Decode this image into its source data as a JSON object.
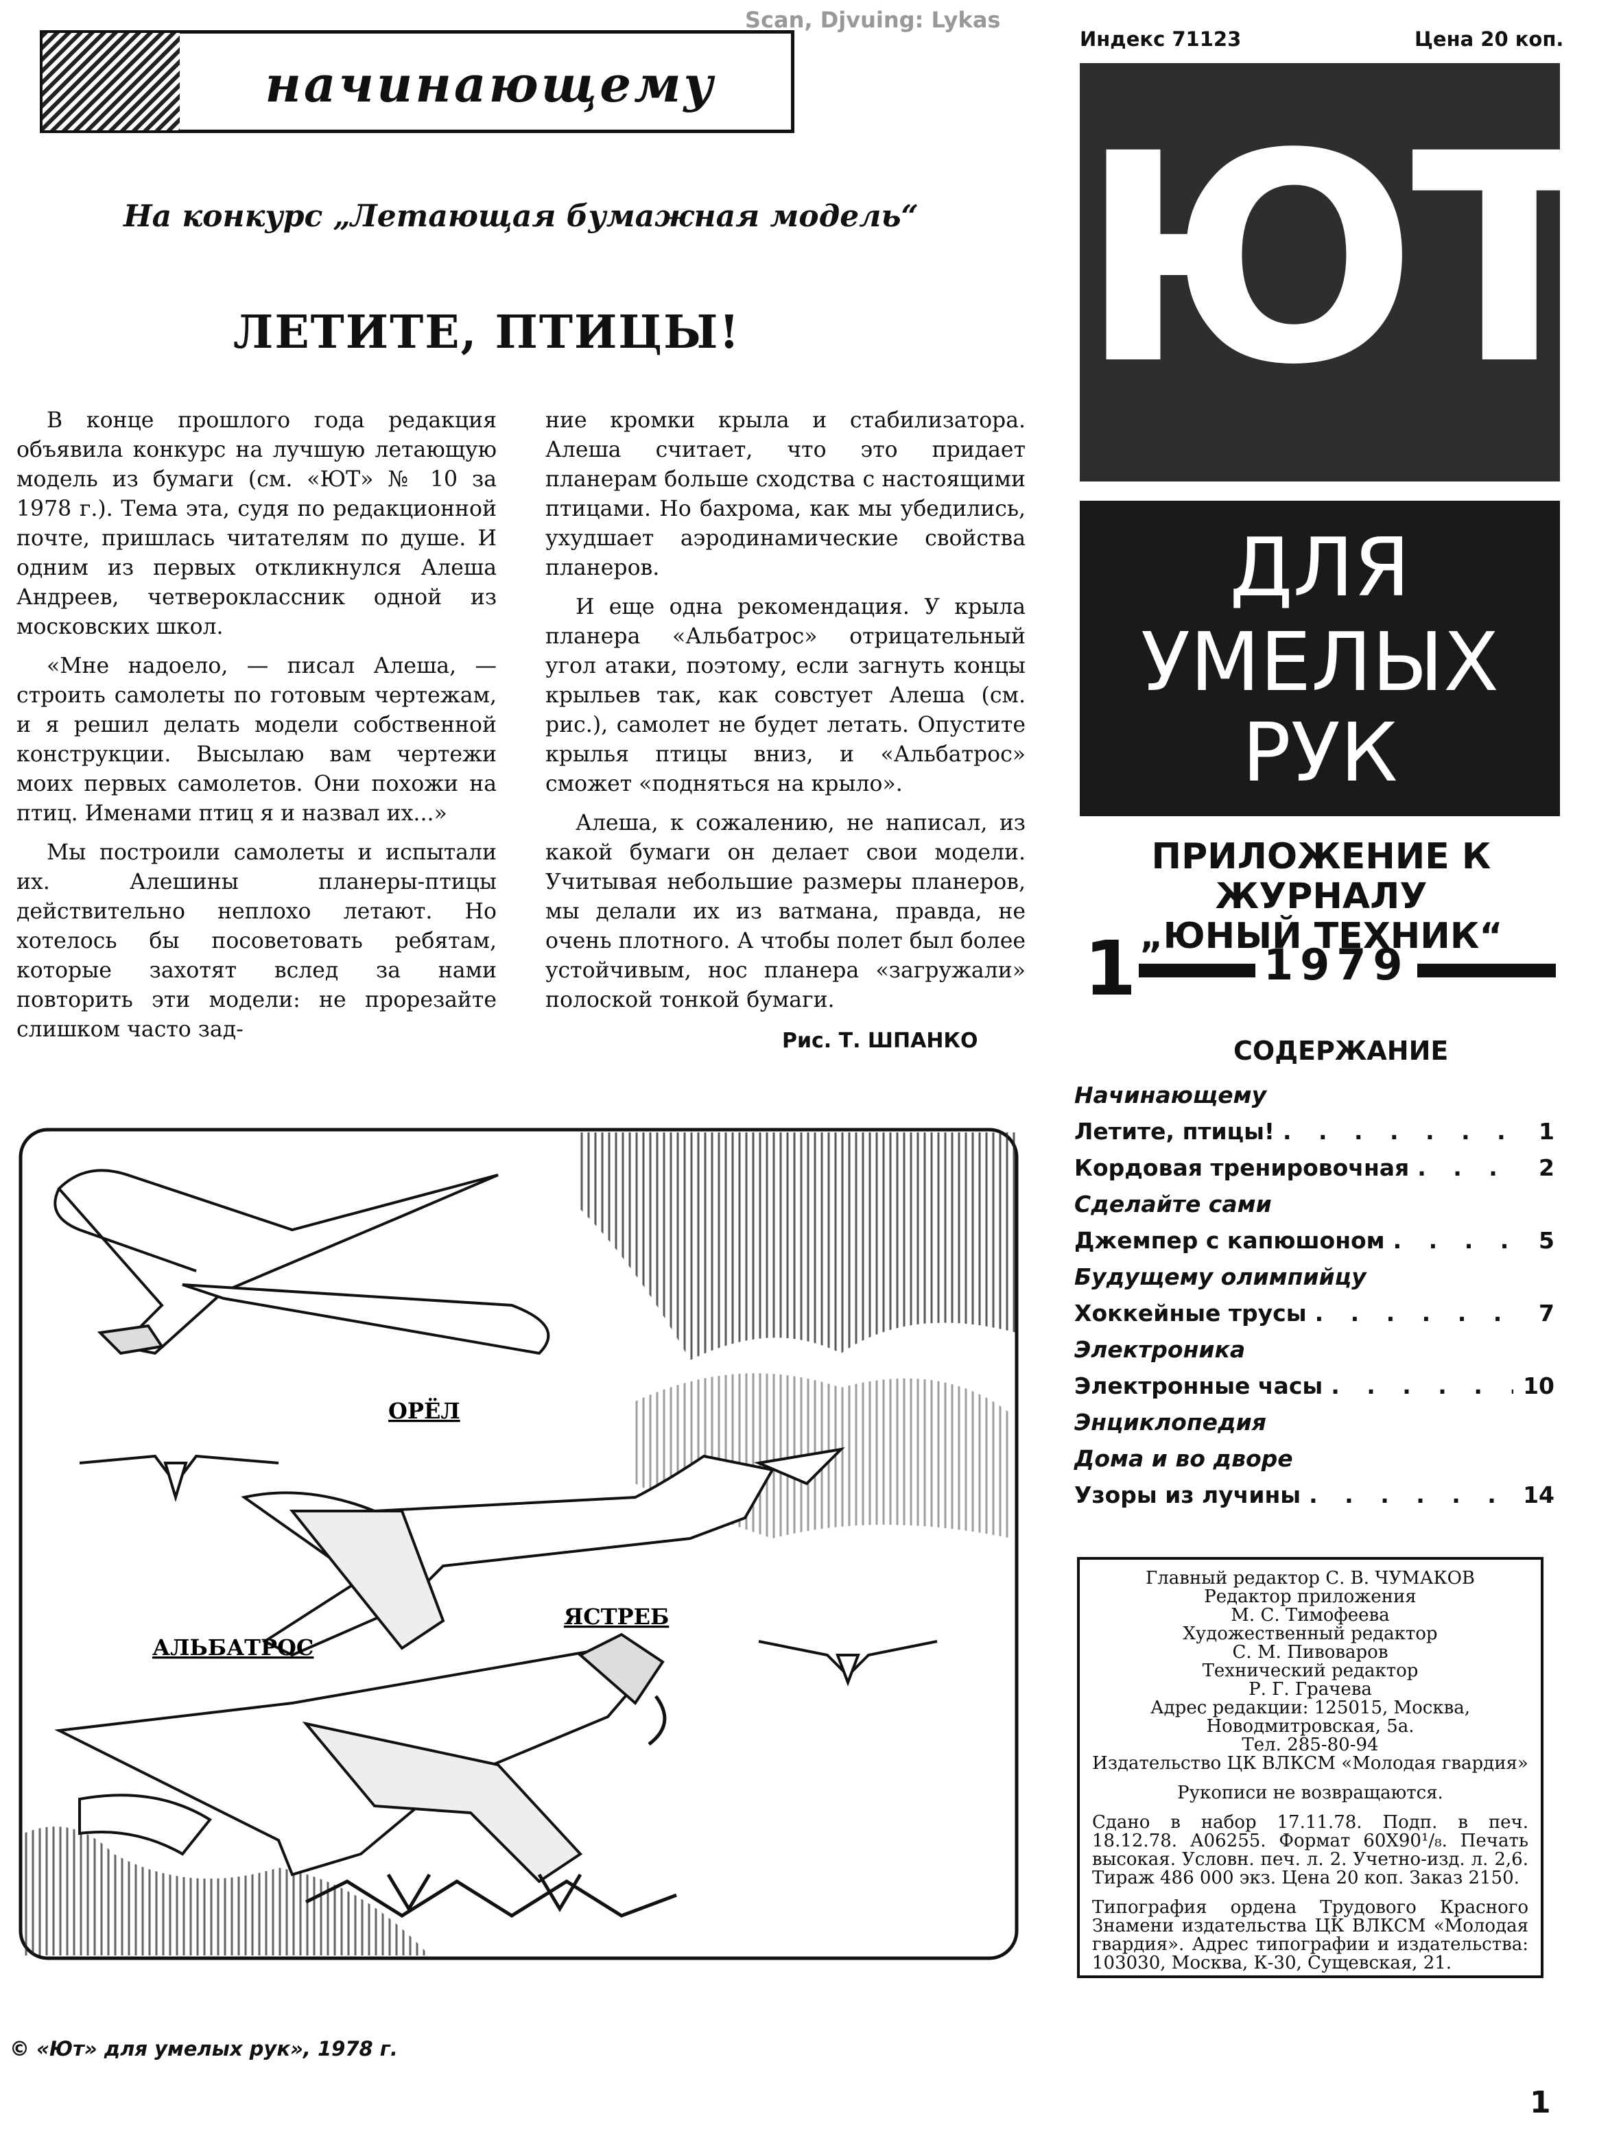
{
  "scan_credit": "Scan, Djvuing: Lykas",
  "header": {
    "section_title": "начинающему",
    "index": "Индекс 71123",
    "price": "Цена 20 коп."
  },
  "article": {
    "contest": "На конкурс „Летающая бумажная модель“",
    "title": "ЛЕТИТЕ, ПТИЦЫ!",
    "col1": [
      "В конце прошлого года редакция объявила конкурс на лучшую летающую модель из бумаги (см. «ЮТ» № 10 за 1978 г.). Тема эта, судя по редакционной почте, пришлась читателям по душе. И одним из первых откликнулся Алеша Андреев, четвероклассник одной из московских школ.",
      "«Мне надоело, — писал Алеша, — строить самолеты по готовым чертежам, и я решил делать модели собственной конструкции. Высылаю вам чертежи моих первых самолетов. Они похожи на птиц. Именами птиц я и назвал их...»",
      "Мы построили самолеты и испытали их. Алешины планеры-птицы действительно неплохо летают. Но хотелось бы посоветовать ребятам, которые захотят вслед за нами повторить эти модели: не прорезайте слишком часто зад-"
    ],
    "col2": [
      "ние кромки крыла и стабилизатора. Алеша считает, что это придает планерам больше сходства с настоящими птицами. Но бахрома, как мы убедились, ухудшает аэродинамические свойства планеров.",
      "И еще одна рекомендация. У крыла планера «Альбатрос» отрицательный угол атаки, поэтому, если загнуть концы крыльев так, как совстует Алеша (см. рис.), самолет не будет летать. Опустите крылья птицы вниз, и «Альбатрос» сможет «подняться на крыло».",
      "Алеша, к сожалению, не написал, из какой бумаги он делает свои модели. Учитывая небольшие размеры планеров, мы делали их из ватмана, правда, не очень плотного. А чтобы полет был более устойчивым, нос планера «загружали» полоской тонкой бумаги."
    ],
    "art_credit": "Рис. Т. ШПАНКО"
  },
  "illustration": {
    "labels": [
      "ОРЁЛ",
      "ЯСТРЕБ",
      "АЛЬБАТРОС"
    ]
  },
  "cover": {
    "logo": "ЮТ",
    "subtitle_lines": [
      "ДЛЯ",
      "УМЕЛЫХ",
      "РУК"
    ],
    "supplement_lines": [
      "ПРИЛОЖЕНИЕ К ЖУРНАЛУ",
      "„ЮНЫЙ ТЕХНИК“"
    ],
    "issue": "1",
    "year": "1979"
  },
  "toc": {
    "title": "СОДЕРЖАНИЕ",
    "rows": [
      {
        "type": "sec",
        "text": "Начинающему",
        "page": ""
      },
      {
        "type": "item",
        "text": "Летите, птицы!",
        "page": "1"
      },
      {
        "type": "item",
        "text": "Кордовая тренировочная",
        "page": "2"
      },
      {
        "type": "sec",
        "text": "Сделайте сами",
        "page": ""
      },
      {
        "type": "item",
        "text": "Джемпер с капюшоном",
        "page": "5"
      },
      {
        "type": "sec",
        "text": "Будущему олимпийцу",
        "page": ""
      },
      {
        "type": "item",
        "text": "Хоккейные трусы",
        "page": "7"
      },
      {
        "type": "sec",
        "text": "Электроника",
        "page": ""
      },
      {
        "type": "item",
        "text": "Электронные часы",
        "page": "10"
      },
      {
        "type": "sec",
        "text": "Энциклопедия",
        "page": ""
      },
      {
        "type": "sec",
        "text": "Дома и во дворе",
        "page": ""
      },
      {
        "type": "item",
        "text": "Узоры из лучины",
        "page": "14"
      }
    ]
  },
  "imprint": {
    "staff": [
      "Главный редактор С. В. ЧУМАКОВ",
      "Редактор приложения",
      "М. С. Тимофеева",
      "Художественный редактор",
      "С. М. Пивоваров",
      "Технический редактор",
      "Р. Г. Грачева",
      "Адрес редакции: 125015, Москва, Новодмитровская, 5а.",
      "Тел. 285-80-94",
      "Издательство ЦК ВЛКСМ «Молодая гвардия»"
    ],
    "manuscripts": "Рукописи не возвращаются.",
    "print_details": "Сдано в набор 17.11.78. Подп. в печ. 18.12.78. А06255. Формат 60Х90¹/₈. Печать высокая. Условн. печ. л. 2. Учетно-изд. л. 2,6. Тираж 486 000 экз. Цена 20 коп. Заказ 2150.",
    "typography": "Типография ордена Трудового Красного Знамени издательства ЦК ВЛКСМ «Молодая гвардия». Адрес типографии и издательства: 103030, Москва, К-30, Сущевская, 21."
  },
  "footer": {
    "copyright": "© «Ют» для умелых рук», 1978 г.",
    "page_number": "1"
  }
}
